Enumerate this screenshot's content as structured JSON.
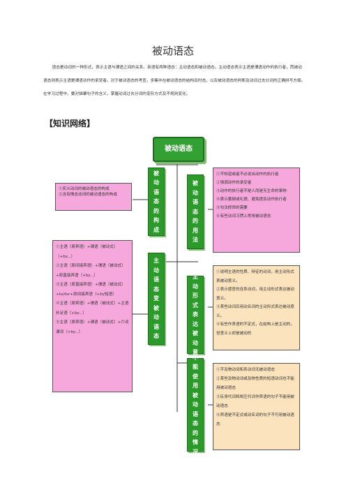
{
  "title": "被动语态",
  "intro": "语态是动词的一种形式，表示主语与谓语之间的关系。英语有两种语态：主动语态和被动语态。主动语态表示主语是谓语动作的执行者，而被动语态则表示主语是谓语动作的承受者。对于被动语态的考查，多集中在被动语态的结构及时态，以及被动语态的判断及动词过去分词的正确拼写方面。在学习过程中，要对描摹句子的含义，掌握动词过去分词的变形方式及不规则变化。",
  "section_heading": "【知识网络】",
  "mindmap": {
    "root": "被动语态",
    "left_branches": [
      {
        "label": "被动语态的构成",
        "items": [
          "①实义动词的被动语态的构成",
          "②含有情态动词的被动语态的构成"
        ]
      },
      {
        "label": "主动语态变被动语态",
        "items": [
          "①主语（原宾语）+谓语（被动式）（+by...）",
          "②主语（原间接宾语）+谓语（被动式）+原直接宾语（+by...）",
          "③主语（原直接宾语）+谓语（被动式）+to/for+原间接宾语（+by短语）",
          "④主语（原宾语）+谓语（被动式）+主语补足语（+by...）",
          "⑤主语（原宾语）+谓语（被动式）+介词谓词（+by...）"
        ]
      }
    ],
    "right_branches": [
      {
        "label": "被动语态的用法",
        "items": [
          "①不知道或者不必说出动作的执行者",
          "②强调动作的承受者",
          "③动作的执行者不是人而是无生命的事物",
          "④表示委婉或礼貌、避免提及动作执行者",
          "⑤句法修饰的需要",
          "⑥有些动词习惯上常用被动语态"
        ]
      },
      {
        "label": "主动形式表达被动意",
        "items": [
          "①说明主语的性质、特征的动词，用主动形式表被动意义。",
          "②表示感官的连系动词，用主动形式表达被动意义。",
          "③某些动词后用动名词的主动形式表达被动意义。",
          "④有些作表语的不定式，在结构上是主动的，但意义上却是被动的"
        ]
      },
      {
        "label": "不能使用被动语态的情况",
        "items": [
          "①不及物动词和系动词无被动语态",
          "②某些及物动词或及物性质的短语动词也不能用被动语态",
          "③反身代词和相互代词作宾语的句子不能用被动语态",
          "④宾语是不定式或动名词的句子不可用被动语态"
        ]
      }
    ]
  }
}
